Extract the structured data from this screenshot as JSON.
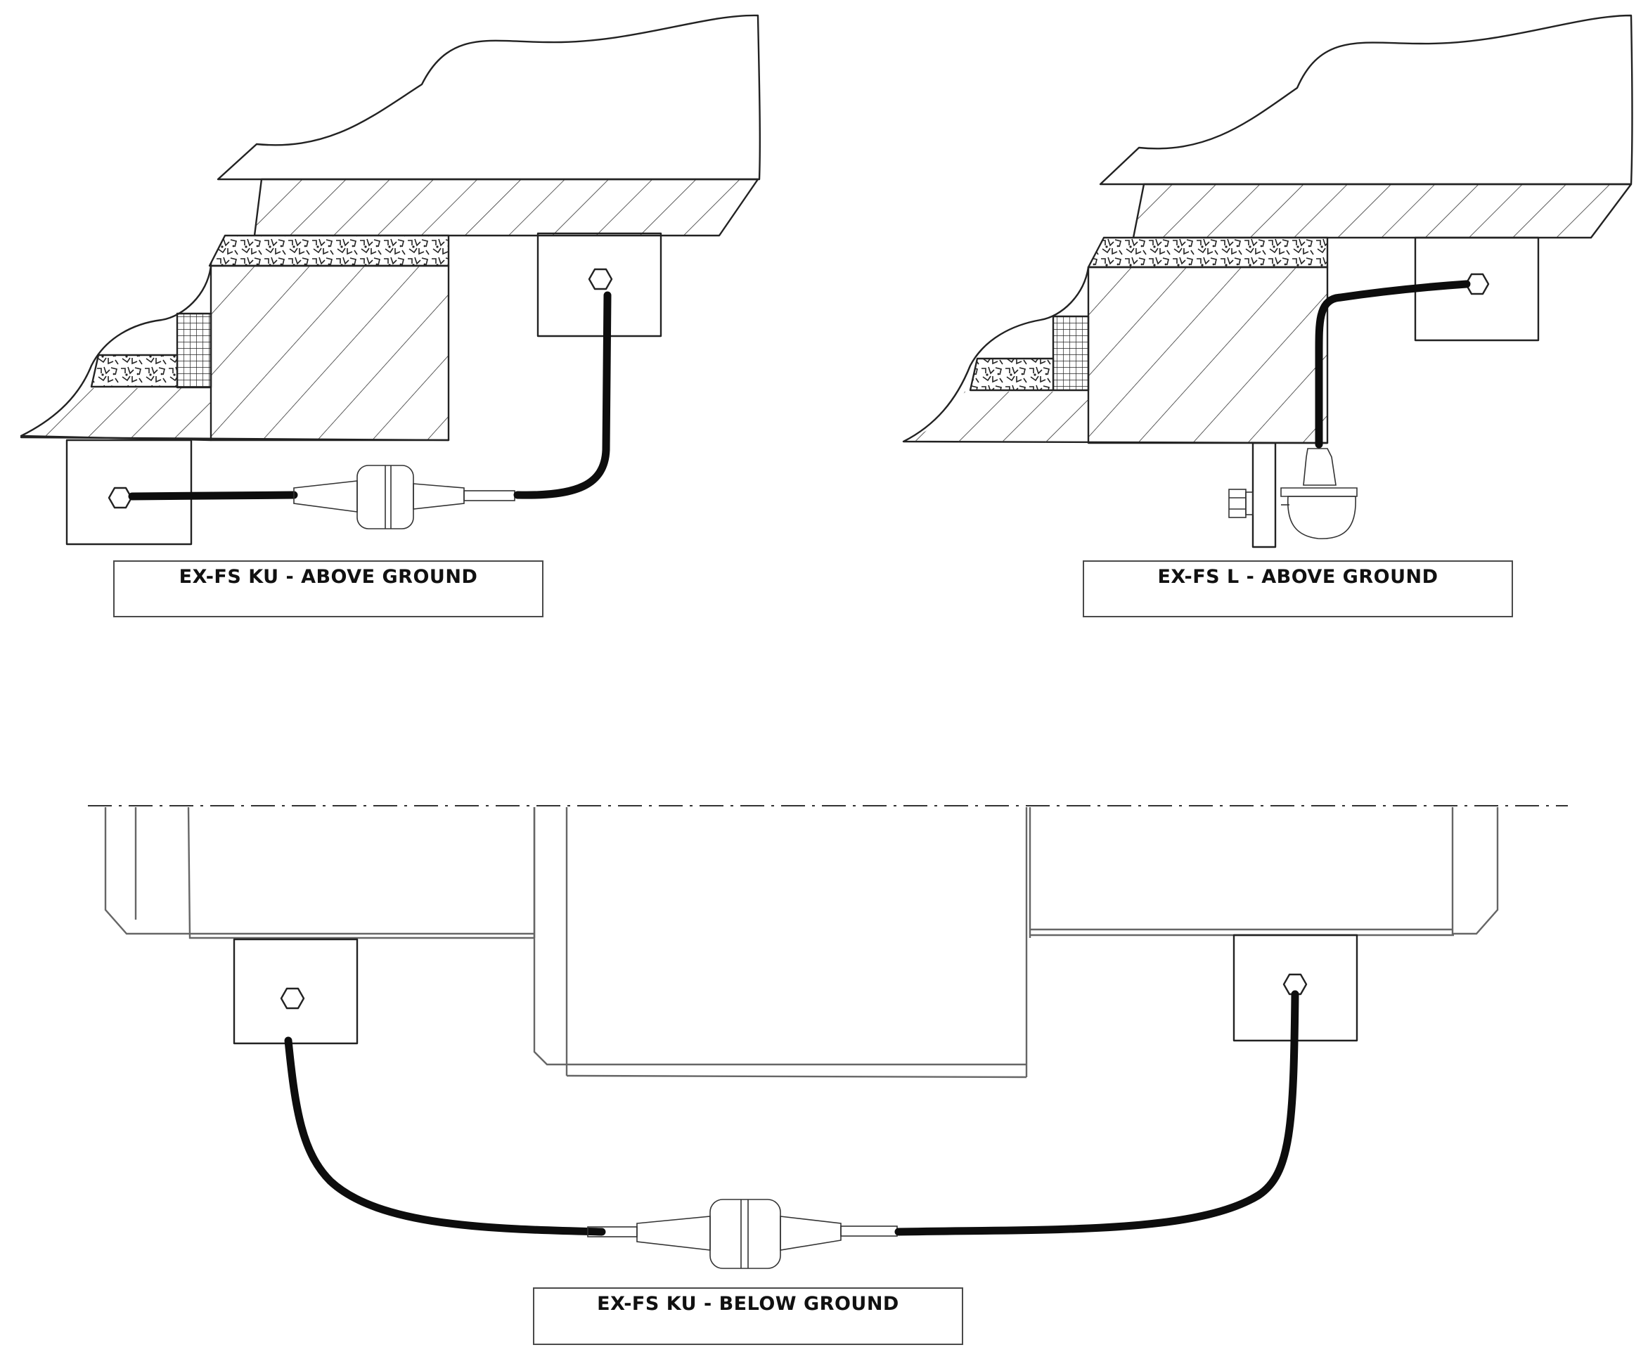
{
  "captions": {
    "top_left": "EX-FS KU - ABOVE GROUND",
    "top_right": "EX-FS L - ABOVE GROUND",
    "bottom": "EX-FS KU - BELOW GROUND"
  },
  "colors": {
    "line": "#222222",
    "cable": "#0d0d0d",
    "frame": "#666666"
  }
}
